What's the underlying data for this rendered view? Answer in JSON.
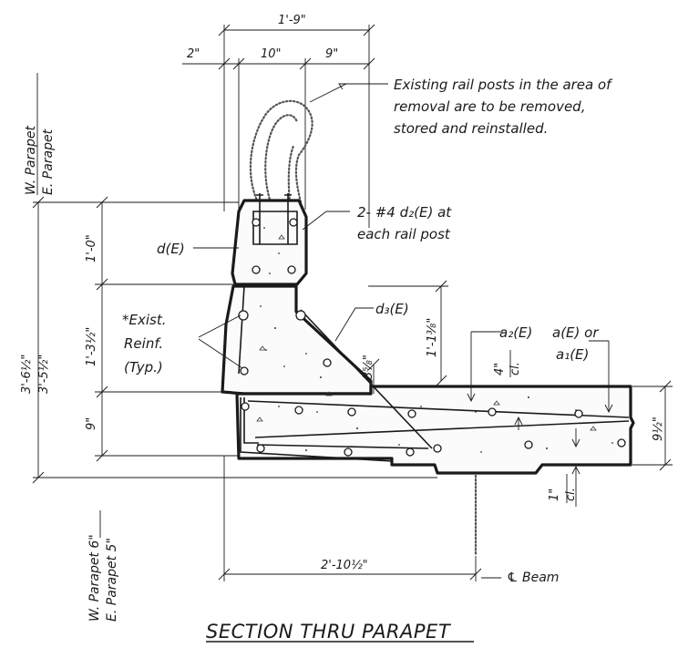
{
  "title": "SECTION THRU PARAPET",
  "notes": {
    "rail_posts": [
      "Existing rail posts in the area of",
      "removal are to be removed,",
      "stored and reinstalled."
    ],
    "bars_line1": "2- #4 d₂(E) at",
    "bars_line2": "each rail post",
    "d3": "d₃(E)",
    "dE": "d(E)",
    "exist_reinf": [
      "*Exist.",
      "Reinf.",
      "(Typ.)"
    ],
    "a2": "a₂(E)",
    "a_or": "a(E) or",
    "a1": "a₁(E)"
  },
  "dimensions": {
    "overall_top": "1'-9\"",
    "two_in": "2\"",
    "ten_in": "10\"",
    "nine_in": "9\"",
    "curb_height": "1'-0\"",
    "wall_height": "1'-3½\"",
    "deck_height": "9\"",
    "inner_height": "1'-1⅜\"",
    "three_5_8": "3⅝\"",
    "four_in": "4\"",
    "clear_top": "cl.",
    "slab_thk": "9½\"",
    "one_in": "1\"",
    "clear_bottom": "cl.",
    "total_width": "2'-10½\""
  },
  "labels": {
    "w_parapet_top": "W. Parapet",
    "e_parapet_top": "E. Parapet",
    "w_height": "3'-6½\"",
    "e_height": "3'-5½\"",
    "w_parapet_bottom": "W. Parapet 6\"",
    "e_parapet_bottom": "E. Parapet 5\"",
    "beam": "℄ Beam"
  }
}
